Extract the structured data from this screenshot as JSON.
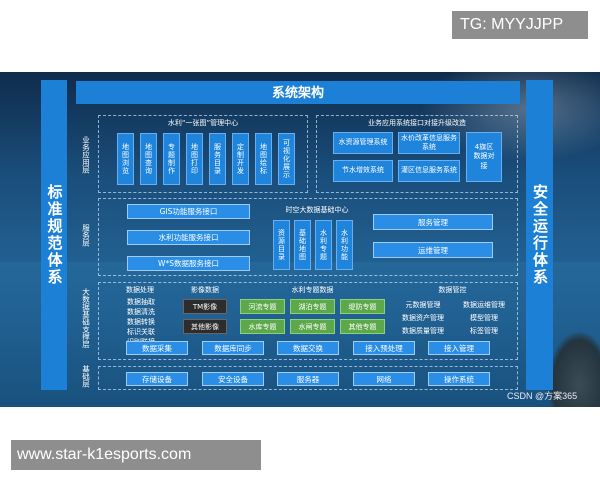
{
  "top_label": "TG: MYYJJPP",
  "bottom_label": "www.star-k1esports.com",
  "watermark": "CSDN @方案365",
  "title": "系统架构",
  "left_sidebar": "标准规范体系",
  "right_sidebar": "安全运行体系",
  "layers": {
    "business": "业务应用层",
    "service": "服务层",
    "data": "大数据基础支撑层",
    "infra": "基础层"
  },
  "business": {
    "one_map_title": "水利“一张图”管理中心",
    "one_map_items": [
      "地图浏览",
      "地图查询",
      "专题制作",
      "地图打印",
      "服务目录",
      "定制开发",
      "地图绘标",
      "可视化展示"
    ],
    "integration_title": "业务应用系统接口对接升级改造",
    "integration_items": [
      "水资源管理系统",
      "水价改革信息服务系统",
      "节水增效系统",
      "灌区信息服务系统",
      "4旗区数据对接"
    ]
  },
  "service": {
    "interfaces": [
      "GIS功能服务接口",
      "水利功能服务接口",
      "W*S数据服务接口"
    ],
    "center_title": "时空大数据基础中心",
    "center_items": [
      "资源目录",
      "基础地图",
      "水利专题",
      "水利功能"
    ],
    "right_items": [
      "服务管理",
      "运维管理"
    ]
  },
  "data": {
    "processing_title": "数据处理",
    "processing_items": [
      "数据抽取",
      "数据清洗",
      "数据转换",
      "标识关联",
      "识别联接"
    ],
    "imagery_title": "影像数据",
    "imagery_items": [
      "TM影像",
      "其他影像"
    ],
    "thematic_title": "水利专题数据",
    "thematic_items": [
      "河流专题",
      "湖泊专题",
      "堤防专题",
      "水库专题",
      "水闸专题",
      "其他专题"
    ],
    "governance_title": "数据管控",
    "governance_items": [
      "元数据管理",
      "数据运维管理",
      "数据资产管理",
      "模型管理",
      "数据质量管理",
      "标签管理"
    ],
    "bottom_items": [
      "数据采集",
      "数据库同步",
      "数据交换",
      "接入预处理",
      "接入管理"
    ]
  },
  "infra": {
    "items": [
      "存储设备",
      "安全设备",
      "服务器",
      "网络",
      "操作系统"
    ]
  }
}
